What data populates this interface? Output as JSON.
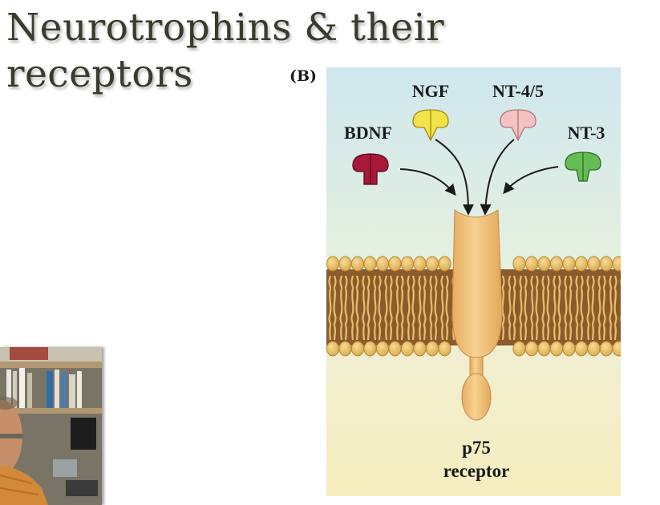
{
  "slide": {
    "title_line1": "Neurotrophins & their",
    "title_line2": "receptors"
  },
  "figure": {
    "panel_label": "(B)",
    "ligands": [
      {
        "name": "NGF",
        "color": "#f3e24a"
      },
      {
        "name": "NT-4/5",
        "color": "#f4c2c0"
      },
      {
        "name": "BDNF",
        "color": "#a8183a"
      },
      {
        "name": "NT-3",
        "color": "#66bb55"
      }
    ],
    "receptor_label_line1": "p75",
    "receptor_label_line2": "receptor",
    "receptor_color": "#f2c684",
    "membrane_head_color": "#ecc870",
    "membrane_core_color": "#8c5a2c",
    "background_top_color": "#cfe7ef",
    "background_bottom_color": "#f6eebf"
  },
  "webcam": {
    "description_icon": "presenter-video-icon"
  }
}
